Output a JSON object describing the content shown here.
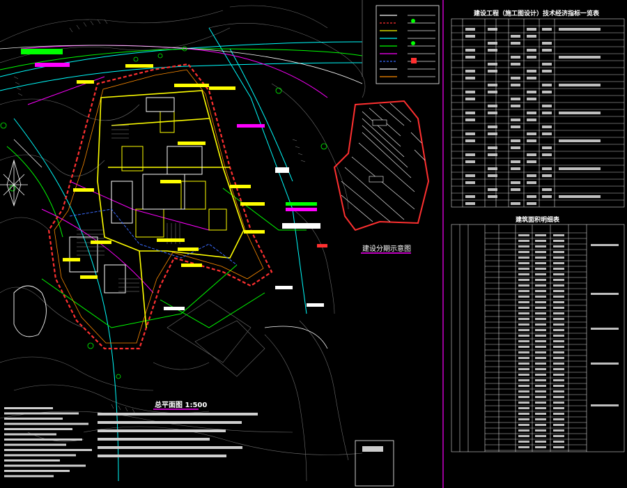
{
  "drawing": {
    "main_plan_title": "总平面图  1:500",
    "phase_diagram_title": "建设分期示意图",
    "table1_title": "建设工程（施工图设计）技术经济指标一览表",
    "table2_title": "建筑面积明细表"
  },
  "colors": {
    "background": "#000000",
    "boundary_red": "#ff3030",
    "road_yellow": "#ffff00",
    "line_cyan": "#00ffff",
    "line_green": "#00ff00",
    "line_magenta": "#ff00ff",
    "line_blue": "#3a6bff",
    "line_orange": "#ff8c00",
    "line_white": "#ffffff",
    "line_gray": "#9a9a9a"
  }
}
